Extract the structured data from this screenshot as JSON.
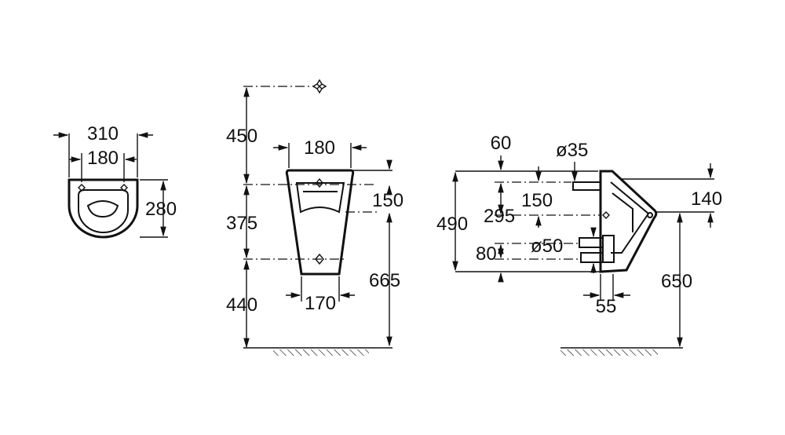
{
  "front_small": {
    "width_total": "310",
    "width_holes": "180",
    "depth": "280"
  },
  "front_elevation": {
    "height_to_inlet": "450",
    "top_width": "180",
    "top_offset": "150",
    "fixing_spacing": "375",
    "bottom_width": "170",
    "rim_height": "665",
    "floor_to_lower_fixing": "440"
  },
  "side_elevation": {
    "inlet_offset": "60",
    "inlet_diameter": "ø35",
    "top_offset": "150",
    "lip_offset": "140",
    "overall_height": "490",
    "outlet_height": "295",
    "outlet_diameter": "ø50",
    "outlet_drop": "80",
    "outlet_depth": "55",
    "lip_height": "650"
  }
}
